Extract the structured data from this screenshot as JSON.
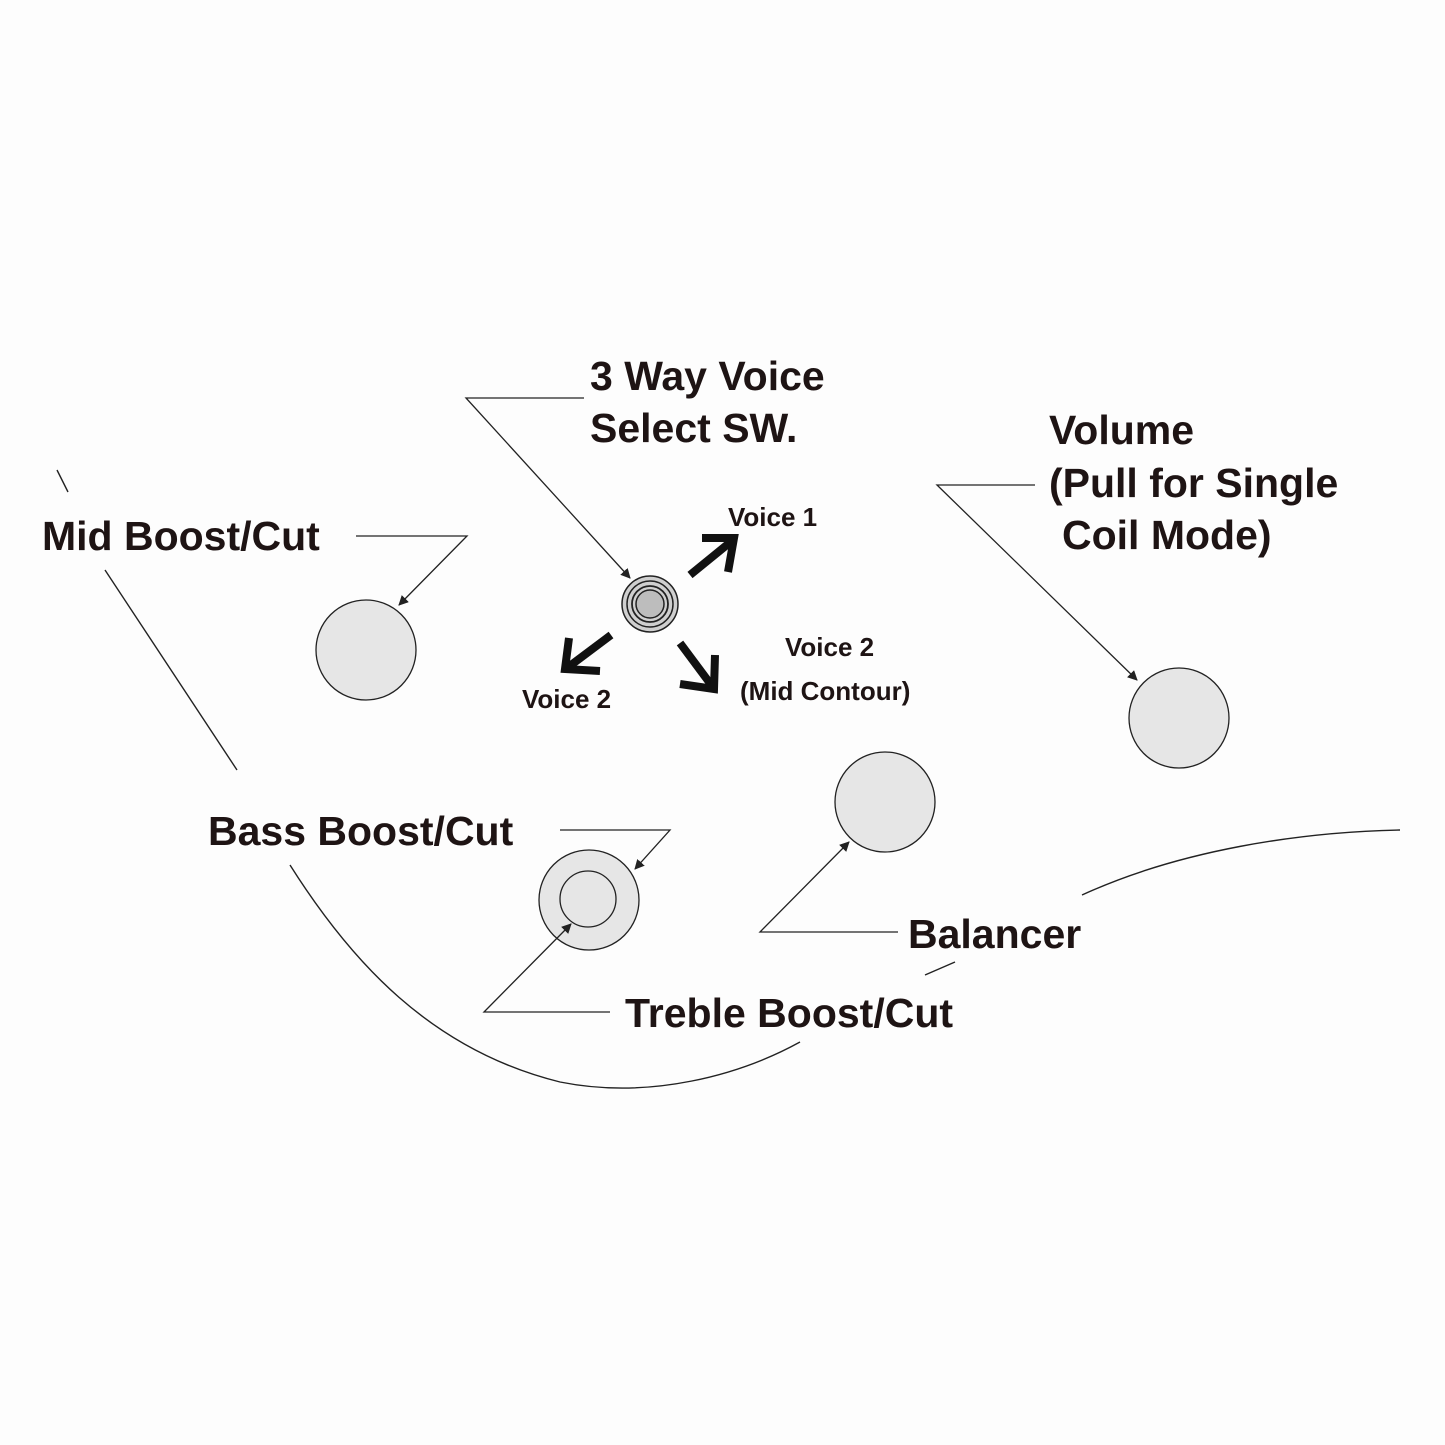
{
  "labels": {
    "switch_line1": "3 Way Voice",
    "switch_line2": "Select SW.",
    "volume_line1": "Volume",
    "volume_line2": "(Pull for Single",
    "volume_line3": "Coil Mode)",
    "mid": "Mid Boost/Cut",
    "bass": "Bass Boost/Cut",
    "treble": "Treble Boost/Cut",
    "balancer": "Balancer",
    "voice1": "Voice 1",
    "voice2_left": "Voice 2",
    "voice2_right_line1": "Voice 2",
    "voice2_right_line2": "(Mid Contour)"
  },
  "colors": {
    "text": "#1e1414",
    "knob_fill": "#e6e6e6",
    "background": "#fdfdfd"
  }
}
